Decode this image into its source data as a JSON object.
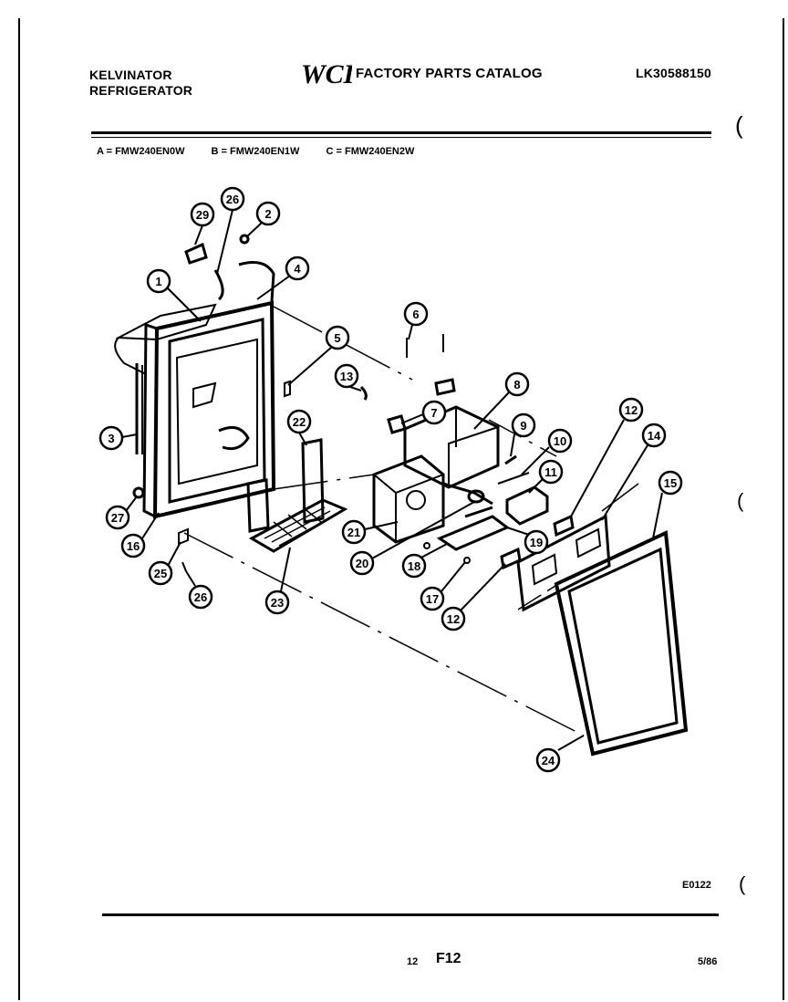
{
  "header": {
    "brand_line1": "KELVINATOR",
    "brand_line2": "REFRIGERATOR",
    "logo_text": "WCI",
    "catalog_title": "FACTORY PARTS CATALOG",
    "catalog_number": "LK30588150"
  },
  "models": {
    "a": "A = FMW240EN0W",
    "b": "B = FMW240EN1W",
    "c": "C = FMW240EN2W"
  },
  "callouts": [
    "29",
    "26",
    "2",
    "1",
    "4",
    "5",
    "3",
    "6",
    "13",
    "7",
    "8",
    "9",
    "10",
    "11",
    "12",
    "14",
    "15",
    "22",
    "27",
    "16",
    "25",
    "26",
    "23",
    "21",
    "20",
    "18",
    "19",
    "17",
    "12",
    "24"
  ],
  "footer": {
    "drawing_code": "E0122",
    "page_number": "12",
    "page_code": "F12",
    "date": "5/86"
  }
}
